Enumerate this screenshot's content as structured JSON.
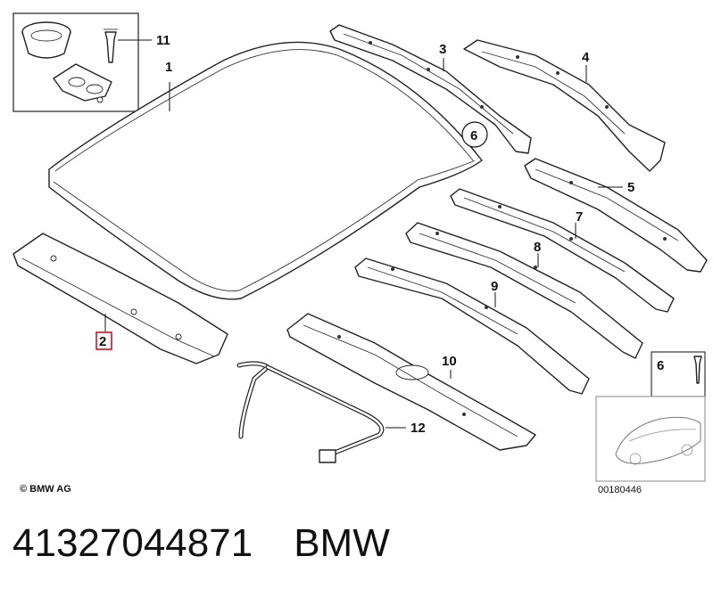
{
  "labels": {
    "l1": "1",
    "l2": "2",
    "l3": "3",
    "l4": "4",
    "l5": "5",
    "l6a": "6",
    "l6b": "6",
    "l7": "7",
    "l8": "8",
    "l9": "9",
    "l10": "10",
    "l11": "11",
    "l12": "12"
  },
  "highlight_color": "#d0303a",
  "copyright": "© BMW AG",
  "diagram_code": "00180446",
  "part_number": "41327044871",
  "brand": "BMW"
}
